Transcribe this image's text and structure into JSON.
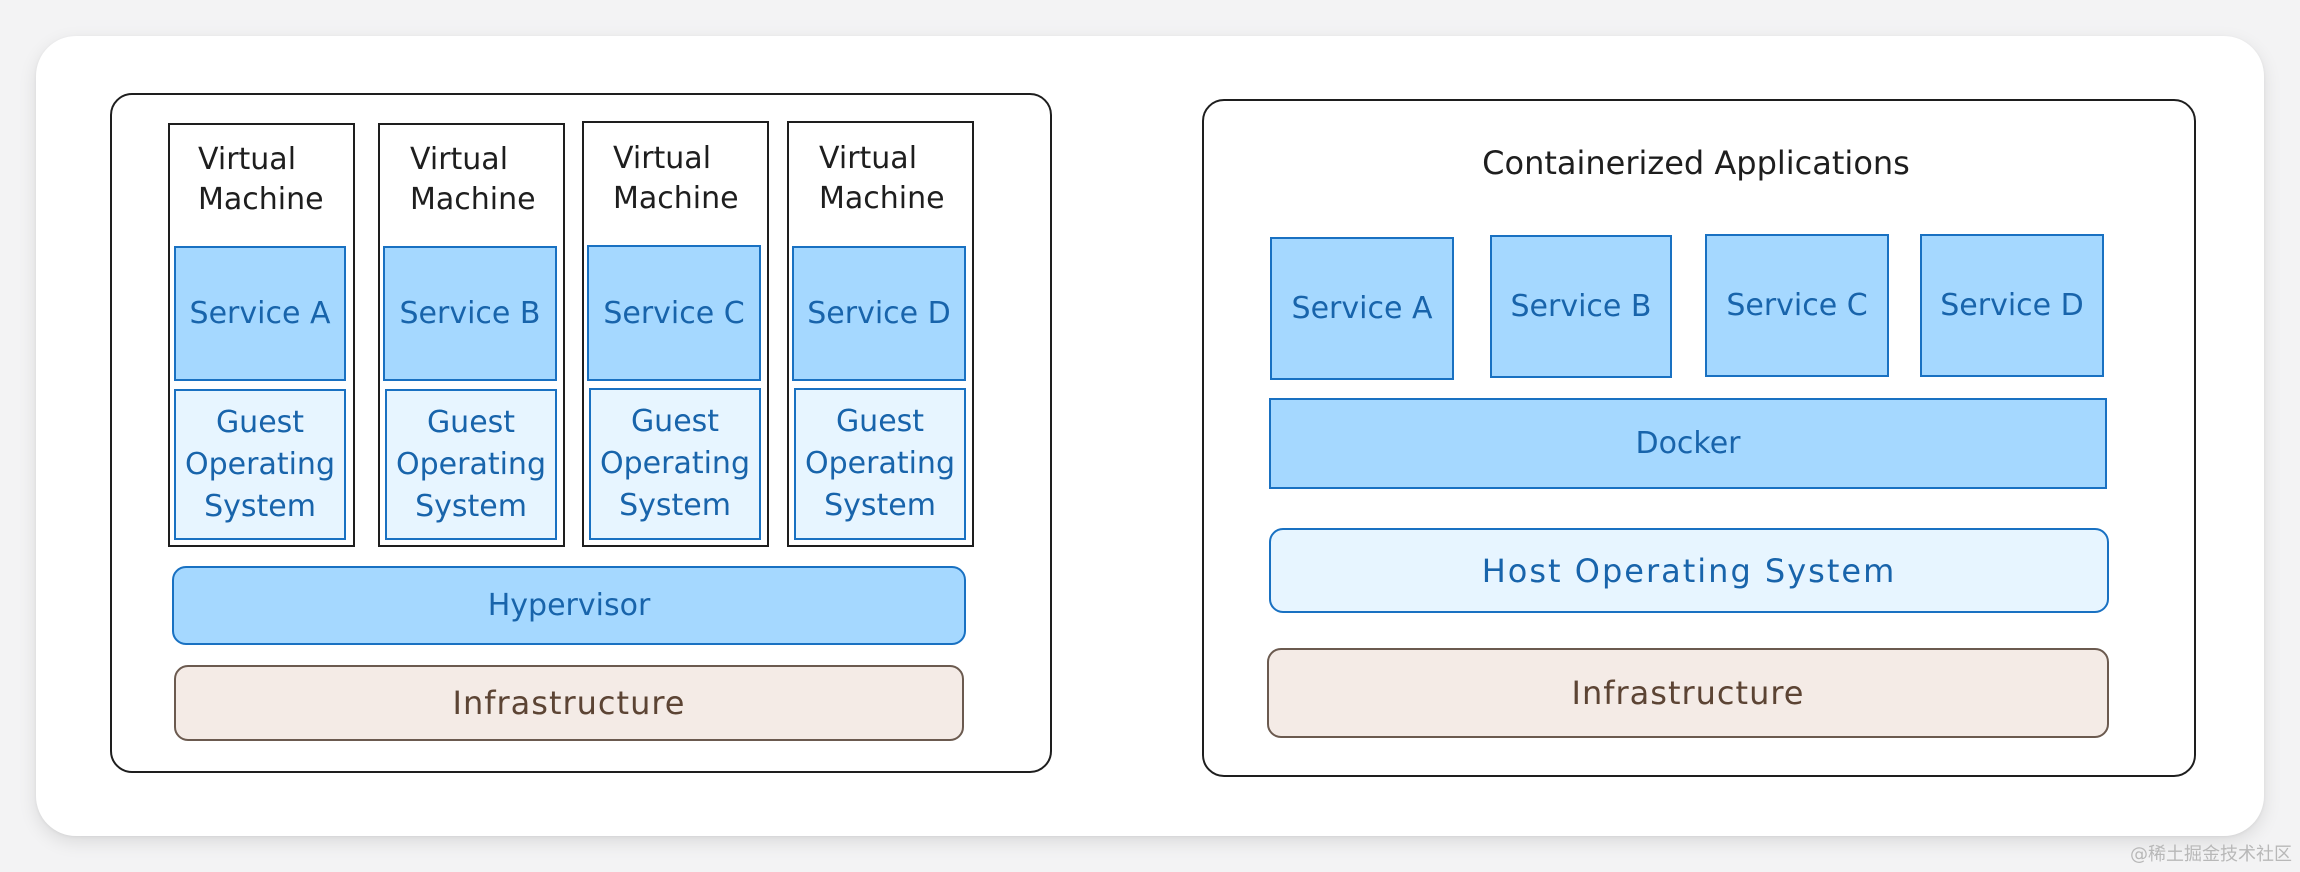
{
  "left_panel": {
    "virtual_machines": [
      {
        "title": "Virtual Machine",
        "service": "Service A",
        "guest_os": "Guest Operating System"
      },
      {
        "title": "Virtual Machine",
        "service": "Service B",
        "guest_os": "Guest Operating System"
      },
      {
        "title": "Virtual Machine",
        "service": "Service C",
        "guest_os": "Guest Operating System"
      },
      {
        "title": "Virtual Machine",
        "service": "Service D",
        "guest_os": "Guest Operating System"
      }
    ],
    "hypervisor": "Hypervisor",
    "infrastructure": "Infrastructure"
  },
  "right_panel": {
    "title": "Containerized Applications",
    "services": [
      "Service A",
      "Service B",
      "Service C",
      "Service D"
    ],
    "docker": "Docker",
    "host_os": "Host Operating System",
    "infrastructure": "Infrastructure"
  },
  "watermark": "@稀土掘金技术社区",
  "colors": {
    "service_fill": "#a5d8ff",
    "service_stroke": "#1971c2",
    "guest_fill": "#e7f5ff",
    "infra_fill": "#f4ebe6",
    "infra_stroke": "#6b5a4f",
    "text_blue": "#1864ab"
  }
}
